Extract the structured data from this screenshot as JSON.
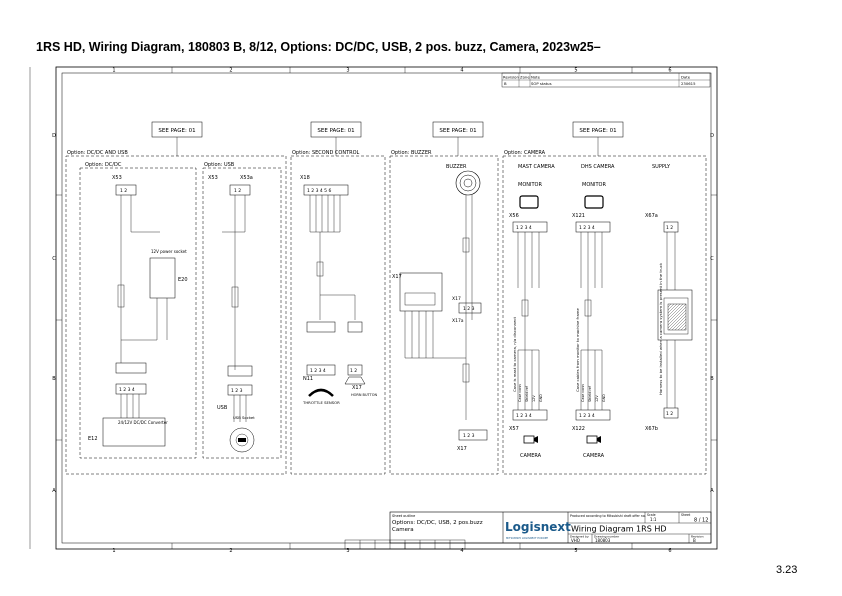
{
  "page": {
    "title": "1RS HD, Wiring Diagram, 180803 B, 8/12, Options: DC/DC, USB, 2 pos. buzz, Camera, 2023w25–",
    "page_number": "3.23"
  },
  "frame": {
    "columns": [
      "1",
      "2",
      "3",
      "4",
      "5",
      "6"
    ],
    "rows": [
      "D",
      "C",
      "B",
      "A"
    ]
  },
  "revision_table": {
    "headers": [
      "Revision",
      "Zone",
      "Note",
      "Date"
    ],
    "row": [
      "B",
      "",
      "SOP status",
      "230615"
    ]
  },
  "see_page": "SEE PAGE: 01",
  "groups": {
    "dcdc_usb": "Option: DC/DC AND USB",
    "dcdc": "Option: DC/DC",
    "usb": "Option: USB",
    "second_control": "Option: SECOND CONTROL",
    "buzzer": "Option: BUZZER",
    "camera": "Option: CAMERA"
  },
  "dcdc": {
    "x53": "X53",
    "e20": "E20",
    "socket": "12V power socket",
    "e12": "E12",
    "converter": "24/12V DC/DC Converter"
  },
  "usb": {
    "x53": "X53",
    "x53a": "X53a",
    "usb": "USB",
    "socket": "USB Socket"
  },
  "second_control": {
    "x18": "X18",
    "n11": "N11",
    "throttle": "THROTTLE SENSOR",
    "x17": "X17",
    "horn": "HORN BUTTON"
  },
  "buzzer": {
    "buzzer": "BUZZER",
    "x17": "X17",
    "x17a": "X17a",
    "x17b": "X17",
    "x17c": "X17"
  },
  "camera": {
    "mast_camera": "MAST CAMERA",
    "dhs_camera": "DHS CAMERA",
    "supply": "SUPPLY",
    "monitor": "MONITOR",
    "x56": "X56",
    "x121": "X121",
    "x67a": "X67a",
    "x57": "X57",
    "x122": "X122",
    "x67b": "X67b",
    "camera": "CAMERA",
    "note1": "Case is mast to camera, n/a disconnect",
    "note2": "Case cables from monitor to machine frame",
    "note3": "Harness to be installed when a camera system is present in the truck",
    "cable_labels": [
      "Case conn",
      "Shield ref",
      "12V",
      "GND"
    ]
  },
  "title_block": {
    "option_heading": "Sheet outline",
    "option_text": "Options: DC/DC, USB, 2 pos.buzz",
    "option_text2": "Camera",
    "logo": "Logisnext",
    "logo_sub": "MITSUBISHI LOGISNEXT EUROPE",
    "drawing_note": "Produced according to Mitsubishi draft offer no.",
    "scale_label": "Scale",
    "scale_value": "1:1",
    "sheet_label": "Sheet",
    "sheet_value": "8 / 12",
    "title": "Wiring Diagram 1RS HD",
    "designed_label": "Designed by",
    "designed_value": "VHO",
    "drawing_label": "Drawing number",
    "drawing_value": "180803",
    "revision_label": "Revision",
    "revision_value": "B"
  }
}
